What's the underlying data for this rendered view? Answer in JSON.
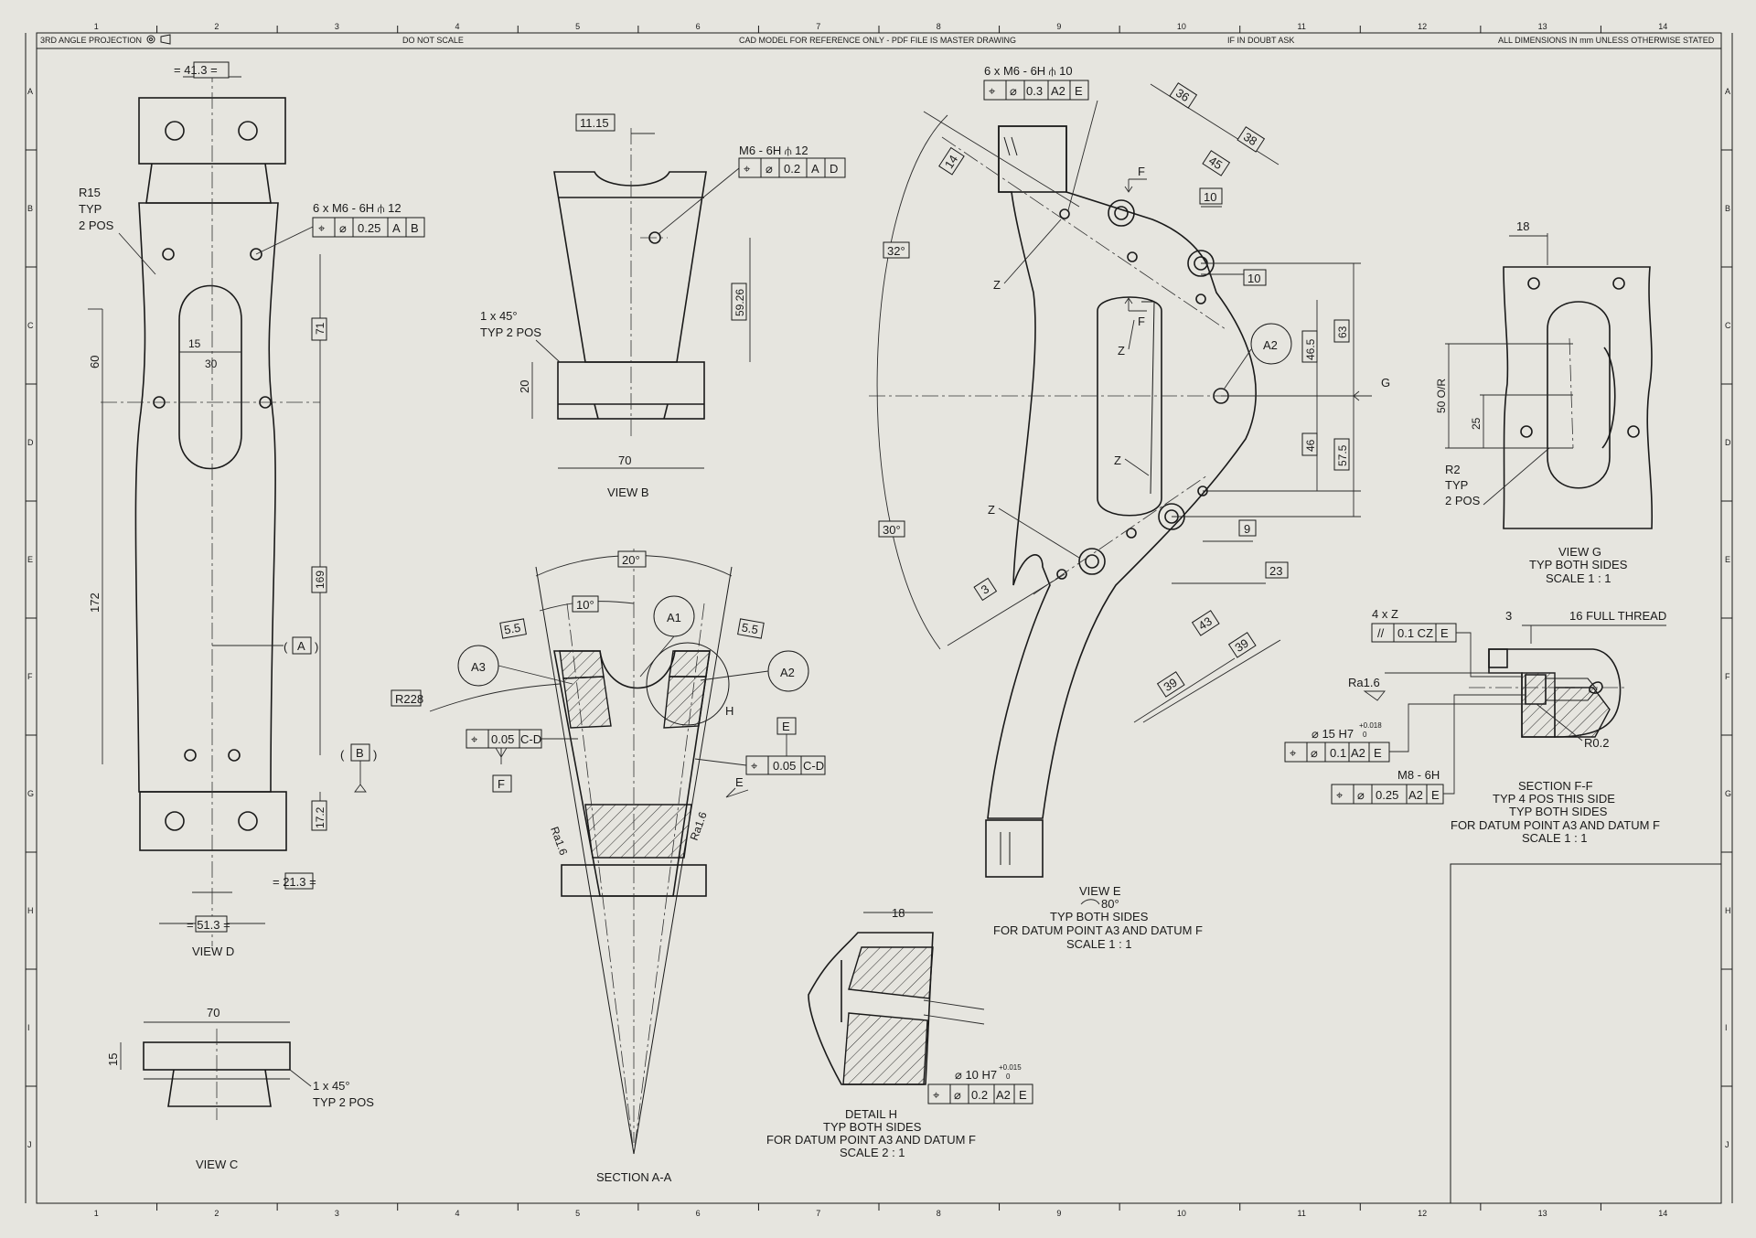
{
  "notes": {
    "projection": "3RD ANGLE PROJECTION",
    "do_not_scale": "DO NOT SCALE",
    "cad_model": "CAD MODEL FOR REFERENCE ONLY - PDF FILE IS MASTER DRAWING",
    "if_in_doubt": "IF IN DOUBT ASK",
    "all_dimensions": "ALL DIMENSIONS IN mm UNLESS OTHERWISE STATED"
  },
  "grid": {
    "columns": [
      "1",
      "2",
      "3",
      "4",
      "5",
      "6",
      "7",
      "8",
      "9",
      "10",
      "11",
      "12",
      "13",
      "14"
    ],
    "rows": [
      "A",
      "B",
      "C",
      "D",
      "E",
      "F",
      "G",
      "H",
      "I",
      "J"
    ]
  },
  "view_d": {
    "title": "VIEW D",
    "dim_top": "= 41.3 =",
    "dim_mid": "= 21.3 =",
    "dim_bottom": "= 51.3 =",
    "r15_1": "R15",
    "r15_2": "TYP",
    "r15_3": "2 POS",
    "thread_note": "6 x M6 - 6H ⫛ 12",
    "gdt": [
      "⌖",
      "⌀",
      "0.25",
      "A",
      "B"
    ],
    "d60": "60",
    "d172": "172",
    "d15": "15",
    "d30": "30",
    "d71": "71",
    "d169": "169",
    "d172b": "17.2",
    "datum_a": "A",
    "datum_b": "B"
  },
  "view_b": {
    "title": "VIEW B",
    "d1115": "11.15",
    "thread_note": "M6 - 6H ⫛ 12",
    "gdt": [
      "⌖",
      "⌀",
      "0.2",
      "A",
      "D"
    ],
    "d5926": "59.26",
    "chamfer1": "1 x 45°",
    "chamfer2": "TYP 2 POS",
    "d20": "20",
    "d70": "70"
  },
  "view_c": {
    "title": "VIEW C",
    "d70": "70",
    "d15": "15",
    "chamfer1": "1 x 45°",
    "chamfer2": "TYP 2 POS"
  },
  "section_aa": {
    "title": "SECTION A-A",
    "a20": "20°",
    "a10": "10°",
    "d55a": "5.5",
    "d55b": "5.5",
    "a1": "A1",
    "a2": "A2",
    "a3": "A3",
    "r228": "R228",
    "gdt1": [
      "⌖",
      "0.05",
      "C-D"
    ],
    "gdt2": [
      "⌖",
      "0.05",
      "C-D"
    ],
    "datum_e": "E",
    "datum_f": "F",
    "h": "H",
    "e": "E",
    "ra1": "Ra1.6",
    "ra2": "Ra1.6"
  },
  "detail_h": {
    "l1": "DETAIL H",
    "l2": "TYP BOTH SIDES",
    "l3": "FOR DATUM POINT A3 AND DATUM F",
    "l4": "SCALE 2 : 1",
    "d18": "18",
    "bore": "⌀ 10 H7",
    "tol_up": "+0.015",
    "tol_lo": "0",
    "gdt": [
      "⌖",
      "⌀",
      "0.2",
      "A2",
      "E"
    ]
  },
  "view_e": {
    "l1": "VIEW E",
    "l2": "80°",
    "l3": "TYP BOTH SIDES",
    "l4": "FOR DATUM POINT A3 AND DATUM F",
    "l5": "SCALE 1 : 1",
    "thread_note": "6 x M6 - 6H ⫛ 10",
    "gdt": [
      "⌖",
      "⌀",
      "0.3",
      "A2",
      "E"
    ],
    "d36": "36",
    "d38": "38",
    "d45": "45",
    "d14": "14",
    "d10a": "10",
    "d10b": "10",
    "d32": "32°",
    "d30": "30°",
    "d63": "63",
    "d465": "46.5",
    "d46": "46",
    "d575": "57.5",
    "d9": "9",
    "d23": "23",
    "d43": "43",
    "d39a": "39",
    "d39b": "39",
    "d3": "3",
    "a2": "A2",
    "f1": "F",
    "f2": "F",
    "g": "G",
    "z": "Z"
  },
  "view_g": {
    "l1": "VIEW G",
    "l2": "TYP BOTH SIDES",
    "l3": "SCALE 1 : 1",
    "d18": "18",
    "d50": "50 O/R",
    "d25": "25",
    "r2_1": "R2",
    "r2_2": "TYP",
    "r2_3": "2 POS"
  },
  "section_ff": {
    "l1": "SECTION F-F",
    "l2": "TYP 4 POS THIS SIDE",
    "l3": "TYP BOTH SIDES",
    "l4": "FOR DATUM POINT A3 AND DATUM F",
    "l5": "SCALE 1 : 1",
    "note4z": "4 x Z",
    "gdt_par": [
      "//",
      "0.1 CZ",
      "E"
    ],
    "d3": "3",
    "thread16": "16 FULL THREAD",
    "ra": "Ra1.6",
    "bore": "⌀ 15 H7",
    "tol_up": "+0.018",
    "tol_lo": "0",
    "gdt1": [
      "⌖",
      "⌀",
      "0.1",
      "A2",
      "E"
    ],
    "m8": "M8 - 6H",
    "gdt2": [
      "⌖",
      "⌀",
      "0.25",
      "A2",
      "E"
    ],
    "r02": "R0.2"
  }
}
